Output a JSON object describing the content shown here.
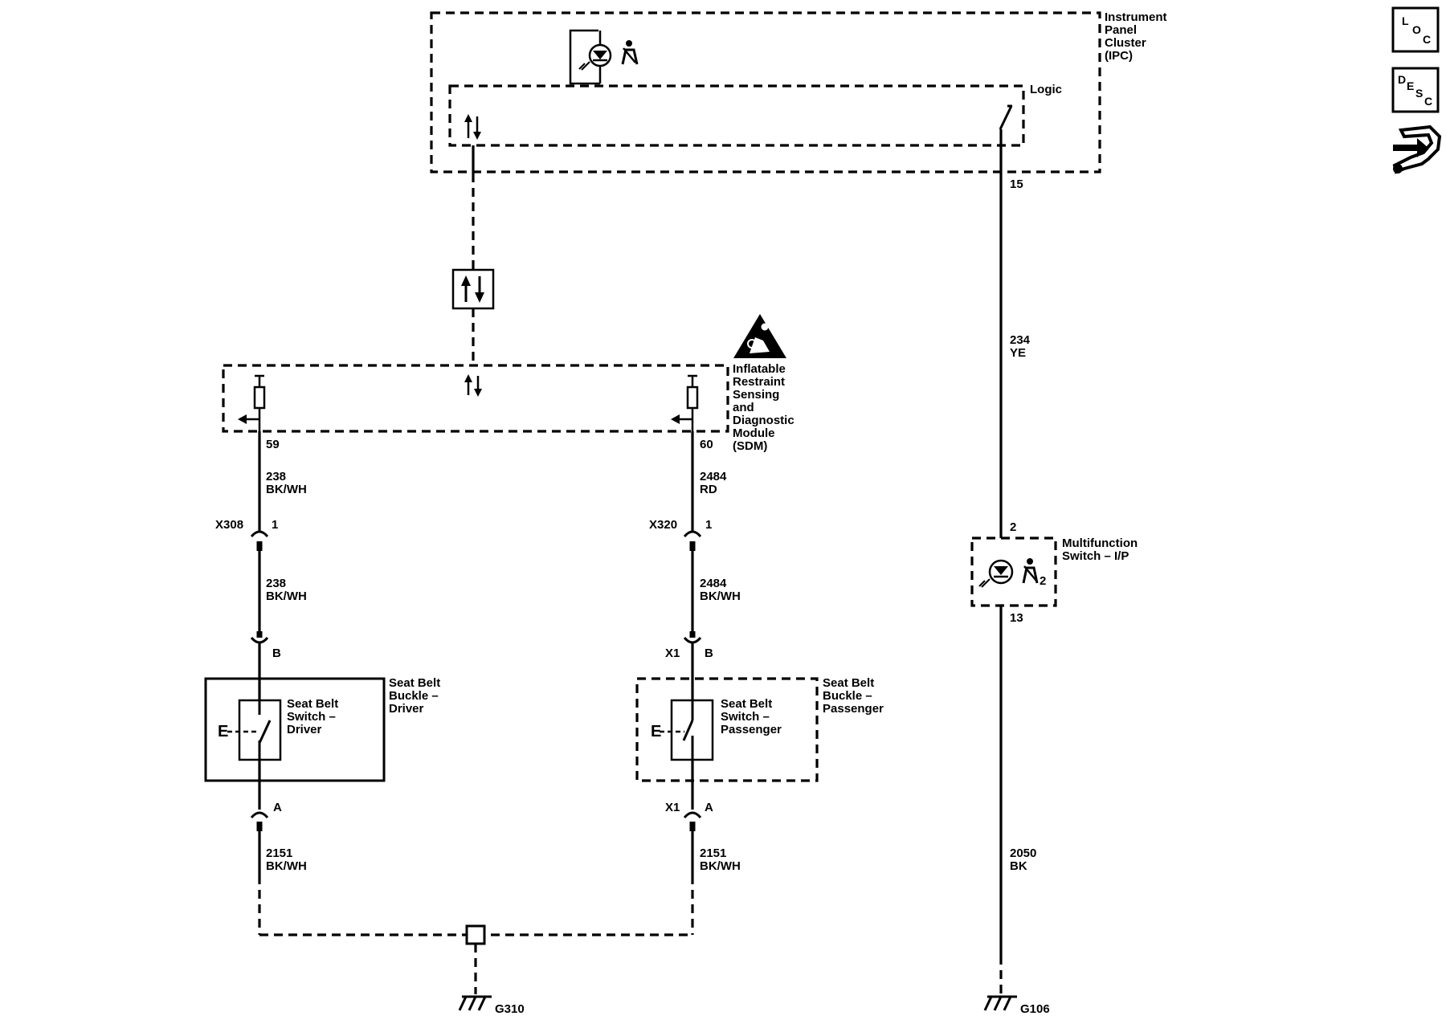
{
  "modules": {
    "ipc": {
      "lines": [
        "Instrument",
        "Panel",
        "Cluster",
        "(IPC)"
      ]
    },
    "logic": {
      "label": "Logic"
    },
    "sdm": {
      "lines": [
        "Inflatable",
        "Restraint",
        "Sensing",
        "and",
        "Diagnostic",
        "Module",
        "(SDM)"
      ]
    },
    "mfs": {
      "lines": [
        "Multifunction",
        "Switch – I/P"
      ],
      "inner_label": "2"
    },
    "buckle_driver": {
      "lines": [
        "Seat Belt",
        "Buckle –",
        "Driver"
      ]
    },
    "buckle_passenger": {
      "lines": [
        "Seat Belt",
        "Buckle –",
        "Passenger"
      ]
    },
    "switch_driver": {
      "lines": [
        "Seat Belt",
        "Switch –",
        "Driver"
      ]
    },
    "switch_passenger": {
      "lines": [
        "Seat Belt",
        "Switch –",
        "Passenger"
      ]
    }
  },
  "pins": {
    "ipc_15": "15",
    "sdm_59": "59",
    "sdm_60": "60",
    "mfs_2": "2",
    "mfs_13": "13",
    "x308_pin": "1",
    "x320_pin": "1",
    "driver_b": "B",
    "driver_a": "A",
    "pass_b": "B",
    "pass_a": "A"
  },
  "connectors": {
    "x308": "X308",
    "x320": "X320",
    "pass_x1_top": "X1",
    "pass_x1_bottom": "X1"
  },
  "wires": {
    "w238_upper": {
      "circuit": "238",
      "color": "BK/WH"
    },
    "w238_lower": {
      "circuit": "238",
      "color": "BK/WH"
    },
    "w2484_upper": {
      "circuit": "2484",
      "color": "RD"
    },
    "w2484_lower": {
      "circuit": "2484",
      "color": "BK/WH"
    },
    "w2151_driver": {
      "circuit": "2151",
      "color": "BK/WH"
    },
    "w2151_pass": {
      "circuit": "2151",
      "color": "BK/WH"
    },
    "w234": {
      "circuit": "234",
      "color": "YE"
    },
    "w2050": {
      "circuit": "2050",
      "color": "BK"
    }
  },
  "grounds": {
    "g310": "G310",
    "g106": "G106"
  },
  "switch_prefix": "E",
  "nav": {
    "loc": {
      "letters": [
        "L",
        "O",
        "C"
      ]
    },
    "desc": {
      "letters": [
        "D",
        "E",
        "S",
        "C"
      ]
    },
    "repair_icon": "repair-wrench-icon"
  }
}
